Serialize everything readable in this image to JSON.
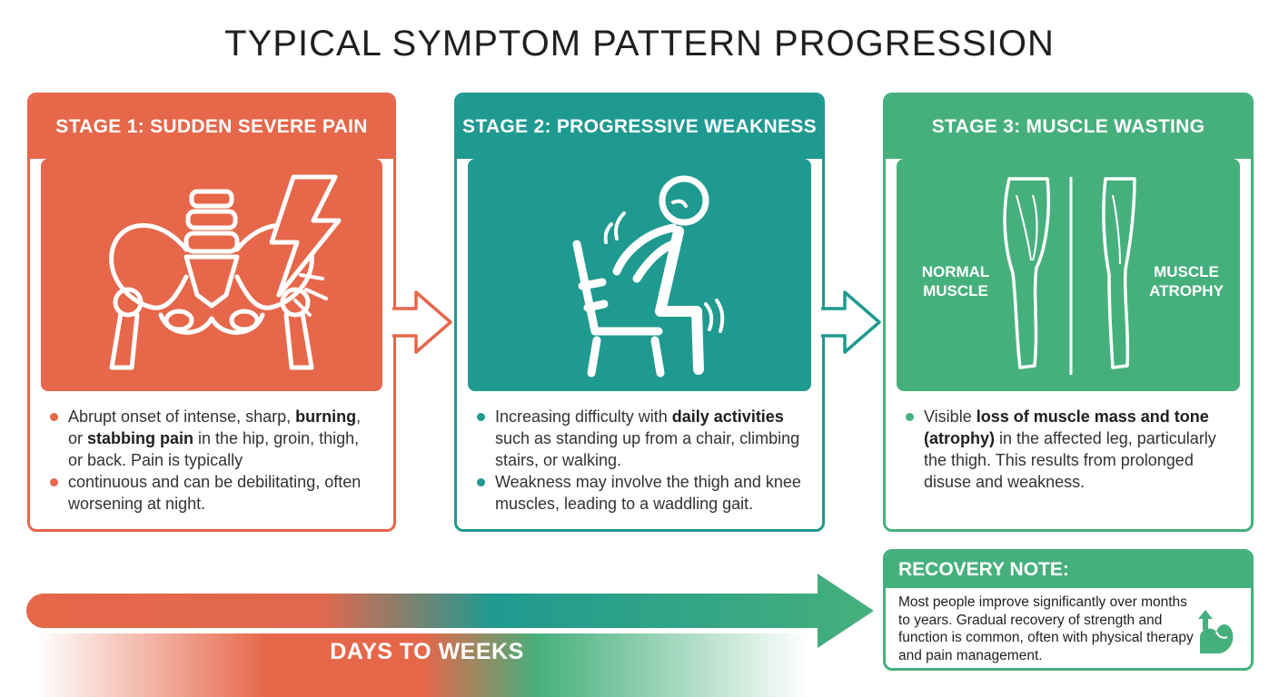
{
  "title": "TYPICAL SYMPTOM PATTERN PROGRESSION",
  "stages": [
    {
      "heading": "STAGE 1: SUDDEN SEVERE PAIN",
      "bullets": [
        [
          "Abrupt onset of intense, sharp, ",
          "burning",
          ", or ",
          "stabbing pain",
          " in the hip, groin, thigh, or back. Pain is typically"
        ],
        [
          "continuous and can be debilitating, often worsening at night.",
          "",
          "",
          "",
          ""
        ]
      ]
    },
    {
      "heading": "STAGE 2: PROGRESSIVE WEAKNESS",
      "bullets": [
        [
          "Increasing difficulty with ",
          "daily activities",
          " such as standing up from a chair, climbing stairs, or walking.",
          "",
          ""
        ],
        [
          "Weakness may involve the thigh and knee muscles, leading to a waddling gait.",
          "",
          "",
          "",
          ""
        ]
      ]
    },
    {
      "heading": "STAGE 3: MUSCLE WASTING",
      "labels": {
        "normal": "NORMAL MUSCLE",
        "atrophy": "MUSCLE ATROPHY"
      },
      "bullets": [
        [
          "Visible ",
          "loss of muscle mass and tone (atrophy)",
          " in the affected leg, particularly the thigh. This results from prolonged disuse and weakness.",
          "",
          ""
        ]
      ]
    }
  ],
  "timeline": {
    "label": "DAYS TO WEEKS"
  },
  "recovery": {
    "heading": "RECOVERY NOTE:",
    "text": "Most people improve significantly over months to years. Gradual recovery of strength and function is common, often with physical therapy and pain management."
  },
  "icons": [
    "pelvis-icon",
    "lightning-icon",
    "seated-person-icon",
    "leg-icon",
    "flexed-arm-icon"
  ],
  "colors": {
    "stage1": "#e6674a",
    "stage2": "#1f9a90",
    "stage3": "#46b07c"
  }
}
